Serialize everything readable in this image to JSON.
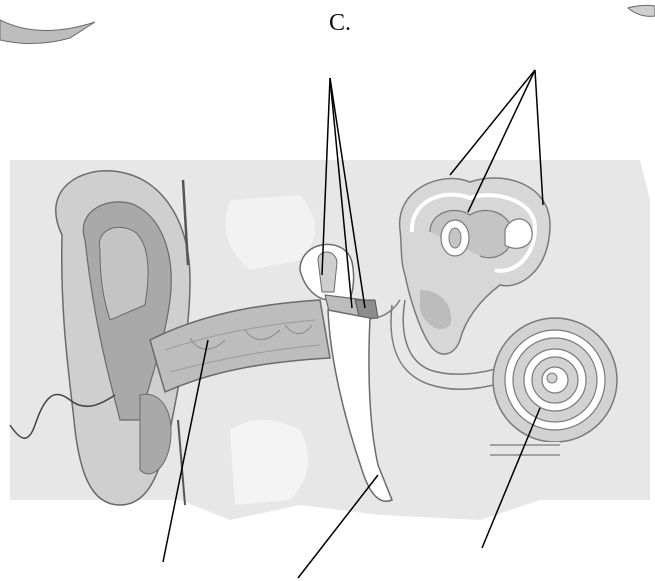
{
  "figure": {
    "caption": "C."
  },
  "colors": {
    "background": "#ffffff",
    "bone": "#e7e7e7",
    "skin": "#d4d4d4",
    "skin_dark": "#a9a9a9",
    "canal": "#bdbdbd",
    "outline": "#6a6a6a",
    "pointer": "#000000"
  },
  "icons": [
    "outer-ear",
    "ear-canal",
    "ossicles",
    "semicircular-canals",
    "cochlea",
    "eustachian-tube"
  ]
}
